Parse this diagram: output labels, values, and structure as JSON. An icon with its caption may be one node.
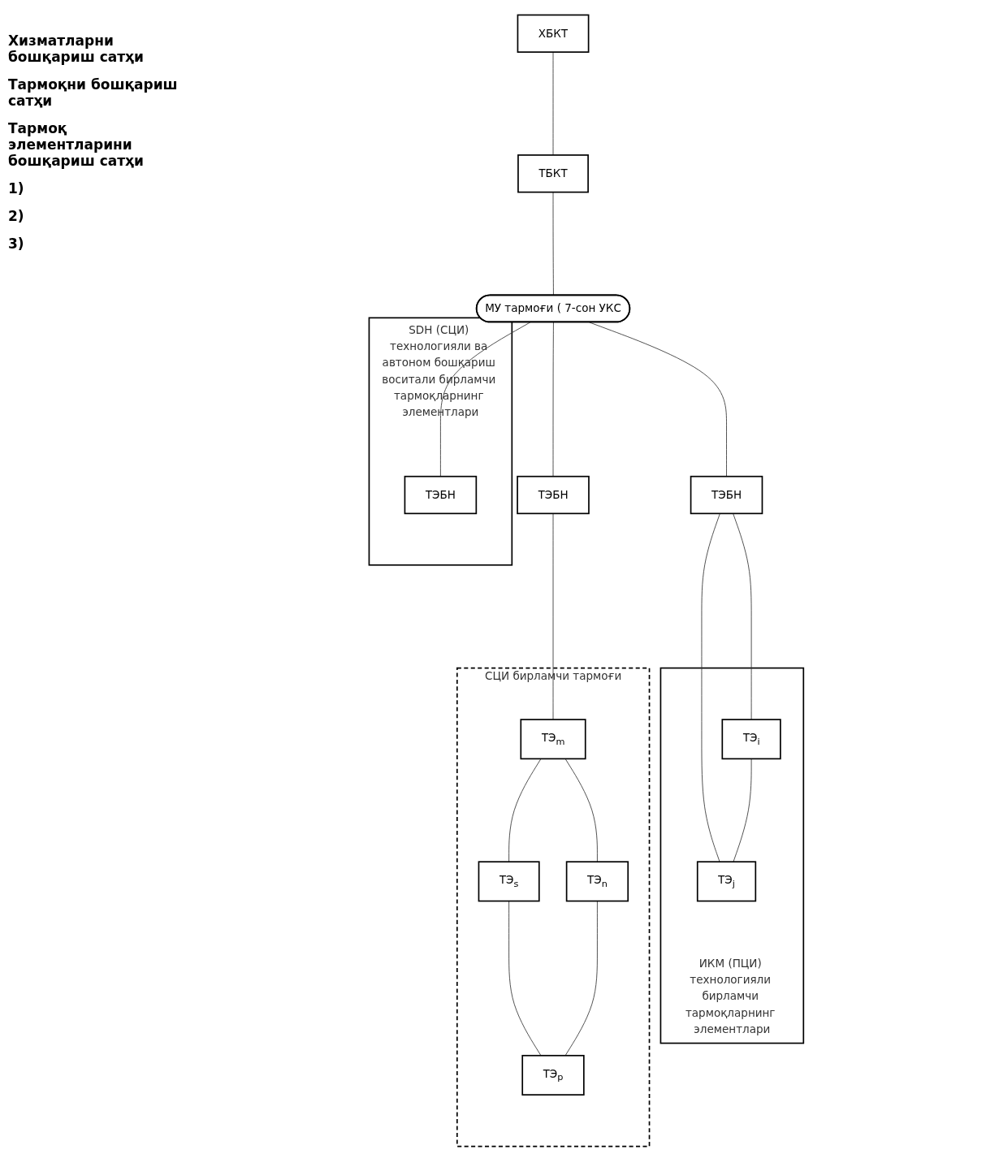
{
  "diagram": {
    "nodes": [
      {
        "text": [
          "ХБКТ"
        ]
      },
      {
        "text": [
          "ТБКТ"
        ]
      },
      {
        "text": [
          "МУ тармоғи ( 7-сон УКС"
        ]
      },
      {
        "text": [
          "ТЭБН"
        ]
      },
      {
        "text": [
          "ТЭБН"
        ]
      },
      {
        "text": [
          "SDH (СЦИ) технологияли ва автоном бошқариш воситали бирламчи тармоқларнинг элементлари"
        ]
      },
      {
        "text": [
          "ТЭБН"
        ],
        "in": 5
      },
      {
        "text": [
          "ИКМ (ПЦИ) технологияли бирламчи тармоқларнинг элементлари"
        ]
      },
      {
        "text": [
          "ТЭ$_{i}$"
        ],
        "in": 7
      },
      {
        "text": [
          "ТЭ$_{j}$"
        ],
        "in": 7
      },
      {
        "text": [
          "СЦИ бирламчи тармоғи"
        ]
      },
      {
        "text": [
          "ТЭ$_{m}$"
        ],
        "in": 10
      },
      {
        "text": [
          "ТЭ$_{s}$"
        ],
        "in": 10
      },
      {
        "text": [
          "ТЭ$_{n}$"
        ],
        "in": 10
      },
      {
        "text": [
          "ТЭ$_{p}$"
        ],
        "in": 10
      }
    ],
    "edges": [
      {
        "from": 0,
        "to": 1,
        "arrow": "none"
      },
      {
        "from": 1,
        "to": 2,
        "arrow": "none"
      },
      {
        "from": 2,
        "to": 3,
        "arrow": "none"
      },
      {
        "from": 2,
        "to": 4,
        "arrow": "none"
      },
      {
        "from": 2,
        "to": 6,
        "arrow": "none"
      },
      {
        "from": 3,
        "to": 8,
        "arrow": "none"
      },
      {
        "from": 3,
        "to": 9,
        "arrow": "none"
      },
      {
        "from": 8,
        "to": 9,
        "arrow": "none"
      },
      {
        "from": 4,
        "to": 11,
        "arrow": "none"
      },
      {
        "from": 11,
        "to": 12,
        "arrow": "none"
      },
      {
        "from": 11,
        "to": 13,
        "arrow": "none"
      },
      {
        "from": 12,
        "to": 14,
        "arrow": "none"
      },
      {
        "from": 13,
        "to": 14,
        "arrow": "none"
      }
    ],
    "labels": [
      "Хизматларни бошқариш сатҳи",
      "Тармоқни бошқариш сатҳи",
      "Тармоқ  элементларини бошқариш сатҳи",
      "1)",
      "2)",
      "3)"
    ]
  }
}
